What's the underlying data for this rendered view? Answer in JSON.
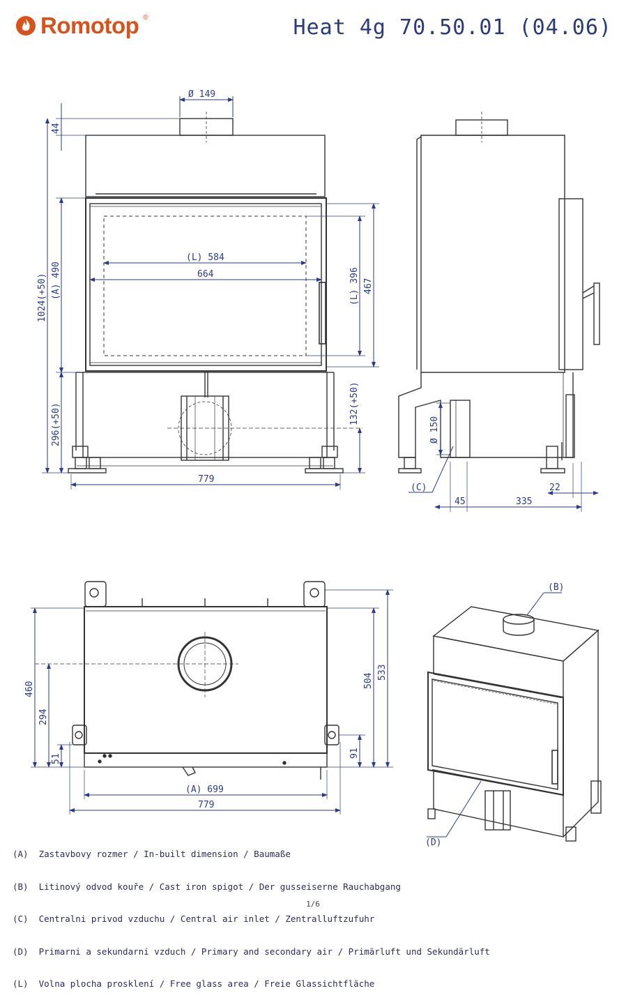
{
  "header": {
    "brand": "Romotop",
    "brand_mark": "®",
    "model": "Heat 4g 70.50.01 (04.06)"
  },
  "front_view": {
    "flue_diameter": "Ø 149",
    "top_offset": "44",
    "total_height": "1024(+50)",
    "dim_a_height": "(A) 490",
    "glass_width": "(L) 584",
    "inner_width": "664",
    "glass_height": "(L) 396",
    "door_height": "467",
    "base_height": "296(+50)",
    "intake_height": "132(+50)",
    "total_width": "779"
  },
  "side_view": {
    "intake_diameter": "Ø 150",
    "label_c": "(C)",
    "dim_45": "45",
    "dim_335": "335",
    "dim_22": "22"
  },
  "top_view": {
    "depth_460": "460",
    "depth_294": "294",
    "depth_51": "51",
    "depth_504": "504",
    "depth_533": "533",
    "depth_91": "91",
    "dim_a_width": "(A) 699",
    "total_width": "779"
  },
  "iso_view": {
    "label_b": "(B)",
    "label_d": "(D)"
  },
  "legend": [
    "(A)  Zastavbovy rozmer / In-built dimension / Baumaße",
    "(B)  Litinový odvod kouře / Cast iron spigot / Der gusseiserne Rauchabgang",
    "(C)  Centralni privod vzduchu / Central air inlet / Zentralluftzufuhr",
    "(D)  Primarni a sekundarni vzduch / Primary and secondary air / Primärluft und Sekundärluft",
    "(L)  Volna plocha prosklení / Free glass area / Freie Glassichtfläche"
  ],
  "page_number": "1/6",
  "colors": {
    "brand": "#d8521b",
    "dimension_ink": "#2b3a8a",
    "drawing_ink": "#333333"
  },
  "icons": [
    "flame-logo-icon"
  ]
}
